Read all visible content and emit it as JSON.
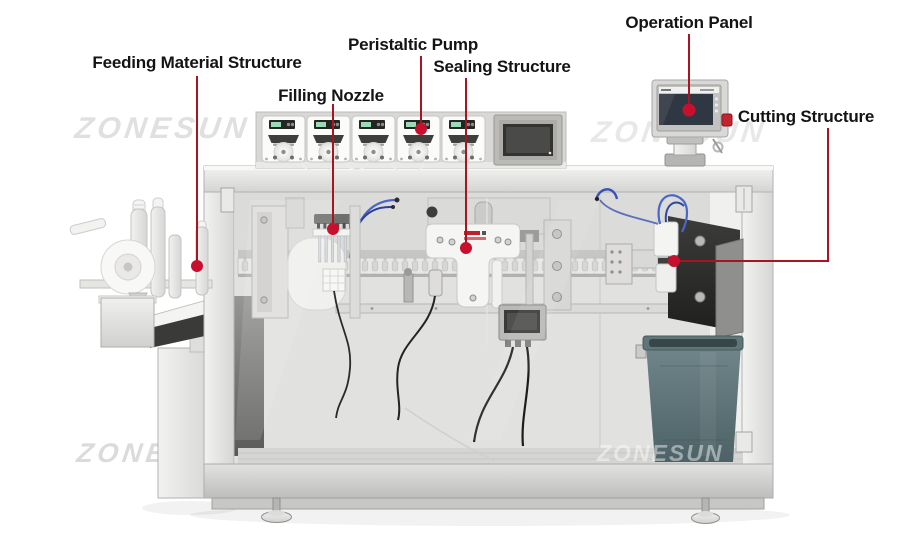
{
  "diagram": {
    "watermark": "ZONESUN",
    "annotations": {
      "feeding": {
        "label": "Feeding Material Structure"
      },
      "filling": {
        "label": "Filling Nozzle"
      },
      "peristaltic": {
        "label": "Peristaltic Pump"
      },
      "sealing": {
        "label": "Sealing Structure"
      },
      "operation": {
        "label": "Operation Panel"
      },
      "cutting": {
        "label": "Cutting Structure"
      }
    },
    "colors": {
      "background": "#ffffff",
      "callout_line": "#a81421",
      "callout_dot": "#c8102e",
      "label_text": "#141414",
      "machine_steel": "#d8d8d6",
      "bin_body": "#5d7376",
      "hmi_screen": "#2f3742",
      "watermark_gray": "#b9b9b9",
      "sealing_logo_red": "#c0202a"
    }
  }
}
